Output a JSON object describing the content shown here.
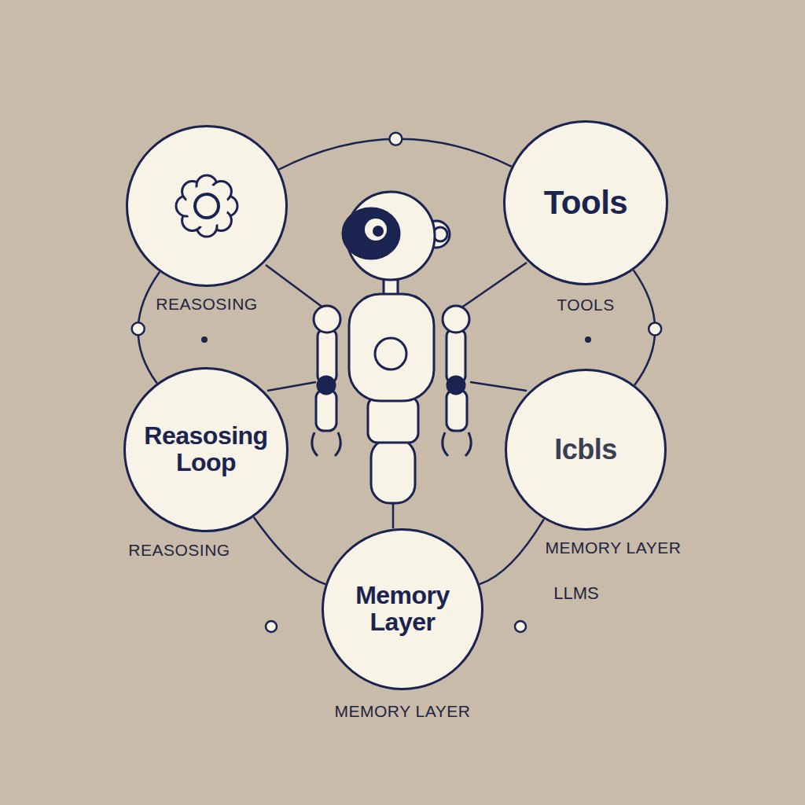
{
  "diagram": {
    "nodes": [
      {
        "text": [
          "REASOSING"
        ]
      },
      {
        "text": [
          "Tools",
          "TOOLS"
        ]
      },
      {
        "text": [
          "Reasosing Loop",
          "REASOSING"
        ]
      },
      {
        "text": [
          "Icbls",
          "MEMORY LAYER"
        ]
      },
      {
        "text": [
          "Memory Layer",
          "MEMORY LAYER"
        ]
      }
    ],
    "edges": [
      {
        "from": 0,
        "to": 1,
        "arrow": "none"
      },
      {
        "from": 0,
        "to": 2,
        "arrow": "none"
      },
      {
        "from": 1,
        "to": 3,
        "arrow": "none"
      },
      {
        "from": 2,
        "to": 4,
        "arrow": "none"
      },
      {
        "from": 3,
        "to": 4,
        "arrow": "none"
      }
    ],
    "labels": [
      "LLMS"
    ]
  }
}
